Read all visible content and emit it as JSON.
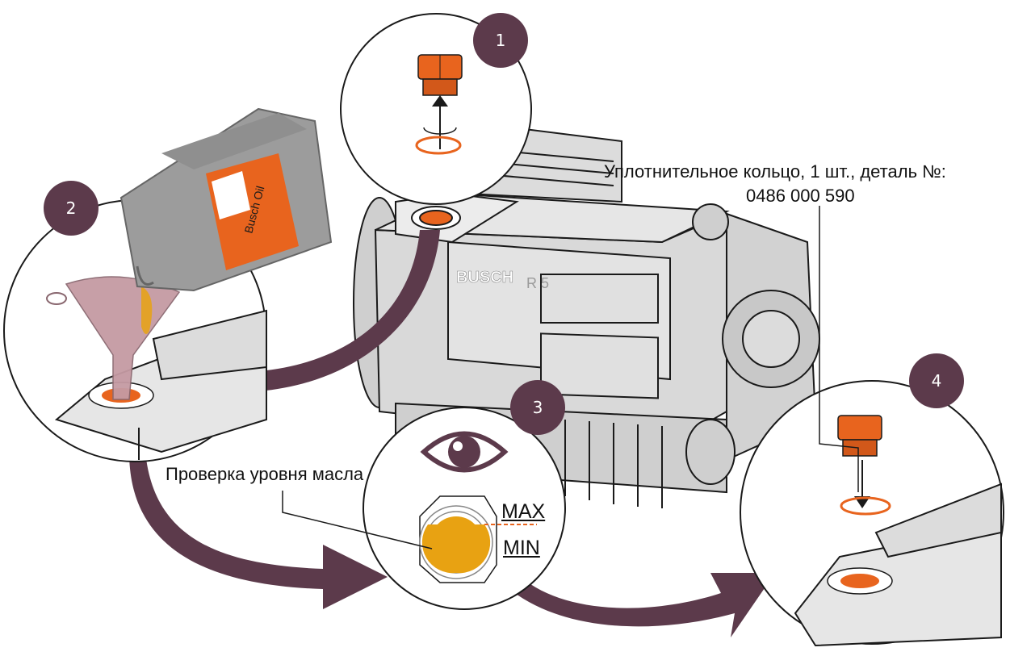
{
  "steps": [
    {
      "number": "1"
    },
    {
      "number": "2"
    },
    {
      "number": "3"
    },
    {
      "number": "4"
    }
  ],
  "seal_ring": {
    "line1": "Уплотнительное кольцо, 1 шт., деталь №:",
    "line2": "0486 000 590"
  },
  "oil_check": {
    "label": "Проверка уровня масла",
    "max": "MAX",
    "min": "MIN"
  },
  "pump": {
    "brand": "BUSCH",
    "model": "R 5"
  },
  "canister": {
    "brand": "BUSCH",
    "product": "Busch Oil"
  },
  "colors": {
    "accent": "#5c3a4b",
    "orange": "#e8641e",
    "oil": "#e8a212",
    "outline": "#1a1a1a",
    "body_gray": "#d9d9d9"
  }
}
